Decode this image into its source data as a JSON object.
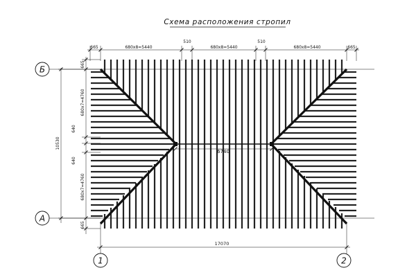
{
  "title": "Схема расположения стропил",
  "axes": {
    "left_axis": "1",
    "right_axis": "2",
    "top_axis": "Б",
    "bottom_axis": "А"
  },
  "dimensions": {
    "top": {
      "end_left": "665",
      "span_left": "680x8=5440",
      "gap_left": "510",
      "span_middle": "680x8=5440",
      "gap_right": "510",
      "span_right": "680x8=5440",
      "end_right": "665"
    },
    "left": {
      "overall": "10530",
      "end_top": "665",
      "span_top": "680x7=4760",
      "mid_top": "640",
      "mid_bottom": "640",
      "span_bottom": "680x7=4760",
      "end_bottom": "665"
    },
    "ridge": "6740",
    "bottom_overall": "17070"
  },
  "colors": {
    "line": "#111111",
    "rafter_fill": "#222222",
    "background": "#ffffff"
  }
}
